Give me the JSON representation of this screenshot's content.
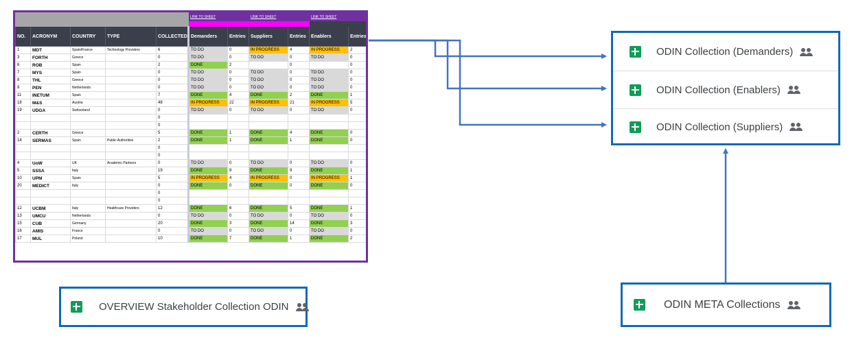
{
  "sheet": {
    "links": [
      "LINK TO SHEET",
      "LINK TO SHEET",
      "LINK TO SHEET"
    ],
    "headers": [
      "NO.",
      "ACRONYM",
      "COUNTRY",
      "TYPE",
      "COLLECTED",
      "Demanders",
      "Entries",
      "Suppliers",
      "Entries",
      "Enablers",
      "Entries"
    ],
    "rows": [
      [
        "1",
        "MDT",
        "Spain/France",
        "Technology Providers",
        "6",
        "TO DO",
        "0",
        "IN PROGRESS",
        "4",
        "IN PROGRESS",
        "2"
      ],
      [
        "3",
        "FORTH",
        "Greece",
        "",
        "0",
        "TO DO",
        "0",
        "TO DO",
        "0",
        "TO DO",
        "0"
      ],
      [
        "6",
        "ROB",
        "Spain",
        "",
        "2",
        "DONE",
        "2",
        "",
        "0",
        "",
        "0"
      ],
      [
        "7",
        "MYS",
        "Spain",
        "",
        "0",
        "TO DO",
        "0",
        "TO DO",
        "0",
        "TO DO",
        "0"
      ],
      [
        "8",
        "THL",
        "Greece",
        "",
        "0",
        "TO DO",
        "0",
        "TO DO",
        "0",
        "TO DO",
        "0"
      ],
      [
        "9",
        "PEN",
        "Netherlands",
        "",
        "0",
        "TO DO",
        "0",
        "TO DO",
        "0",
        "TO DO",
        "0"
      ],
      [
        "11",
        "INETUM",
        "Spain",
        "",
        "7",
        "DONE",
        "4",
        "DONE",
        "2",
        "DONE",
        "1"
      ],
      [
        "18",
        "M&S",
        "Austria",
        "",
        "48",
        "IN PROGRESS",
        "22",
        "IN PROGRESS",
        "21",
        "IN PROGRESS",
        "5"
      ],
      [
        "19",
        "UDGA",
        "Switzerland",
        "",
        "0",
        "TO DO",
        "0",
        "TO DO",
        "0",
        "TO DO",
        "0"
      ],
      [
        "",
        "",
        "",
        "",
        "0",
        "",
        "",
        "",
        "",
        "",
        ""
      ],
      [
        "",
        "",
        "",
        "",
        "0",
        "",
        "",
        "",
        "",
        "",
        ""
      ],
      [
        "2",
        "CERTH",
        "Greece",
        "",
        "5",
        "DONE",
        "1",
        "DONE",
        "4",
        "DONE",
        "0"
      ],
      [
        "14",
        "SERMAS",
        "Spain",
        "Public Authorities",
        "2",
        "DONE",
        "1",
        "DONE",
        "1",
        "DONE",
        "0"
      ],
      [
        "",
        "",
        "",
        "",
        "0",
        "",
        "",
        "",
        "",
        "",
        ""
      ],
      [
        "",
        "",
        "",
        "",
        "0",
        "",
        "",
        "",
        "",
        "",
        ""
      ],
      [
        "4",
        "UoW",
        "UK",
        "Academic Partners",
        "0",
        "TO DO",
        "0",
        "TO DO",
        "0",
        "TO DO",
        "0"
      ],
      [
        "5",
        "SSSA",
        "Italy",
        "",
        "19",
        "DONE",
        "9",
        "DONE",
        "9",
        "DONE",
        "1"
      ],
      [
        "10",
        "UPM",
        "Spain",
        "",
        "5",
        "IN PROGRESS",
        "4",
        "IN PROGRESS",
        "0",
        "IN PROGRESS",
        "1"
      ],
      [
        "20",
        "MEDICT",
        "Italy",
        "",
        "0",
        "DONE",
        "0",
        "DONE",
        "0",
        "DONE",
        "0"
      ],
      [
        "",
        "",
        "",
        "",
        "0",
        "",
        "",
        "",
        "",
        "",
        ""
      ],
      [
        "",
        "",
        "",
        "",
        "0",
        "",
        "",
        "",
        "",
        "",
        ""
      ],
      [
        "12",
        "UCBM",
        "Italy",
        "Healthcare Providers",
        "12",
        "DONE",
        "6",
        "DONE",
        "5",
        "DONE",
        "1"
      ],
      [
        "13",
        "UMCU",
        "Netherlands",
        "",
        "0",
        "TO DO",
        "0",
        "TO DO",
        "0",
        "TO DO",
        "0"
      ],
      [
        "15",
        "CUB",
        "Germany",
        "",
        "20",
        "DONE",
        "3",
        "DONE",
        "14",
        "DONE",
        "3"
      ],
      [
        "16",
        "AMIS",
        "France",
        "",
        "0",
        "TO DO",
        "0",
        "TO DO",
        "0",
        "TO DO",
        "0"
      ],
      [
        "17",
        "MUL",
        "Poland",
        "",
        "10",
        "DONE",
        "7",
        "DONE",
        "1",
        "DONE",
        "2"
      ]
    ]
  },
  "files": {
    "overview": {
      "title": "OVERVIEW Stakeholder Collection ODIN",
      "icon": "google-sheets-icon",
      "shared_icon": "people-icon"
    },
    "collections": [
      {
        "title": "ODIN Collection (Demanders)",
        "icon": "google-sheets-icon",
        "shared_icon": "people-icon"
      },
      {
        "title": "ODIN Collection (Enablers)",
        "icon": "google-sheets-icon",
        "shared_icon": "people-icon"
      },
      {
        "title": "ODIN Collection (Suppliers)",
        "icon": "google-sheets-icon",
        "shared_icon": "people-icon"
      }
    ],
    "meta": {
      "title": "ODIN META Collections",
      "icon": "google-sheets-icon",
      "shared_icon": "people-icon"
    }
  },
  "colors": {
    "frame_border": "#7030a0",
    "card_border": "#0e6ab4",
    "arrow": "#4472c4",
    "status_todo": "#d9d9d9",
    "status_done": "#92d050",
    "status_in_progress": "#ffc000",
    "sheets_green": "#0f9d58"
  }
}
